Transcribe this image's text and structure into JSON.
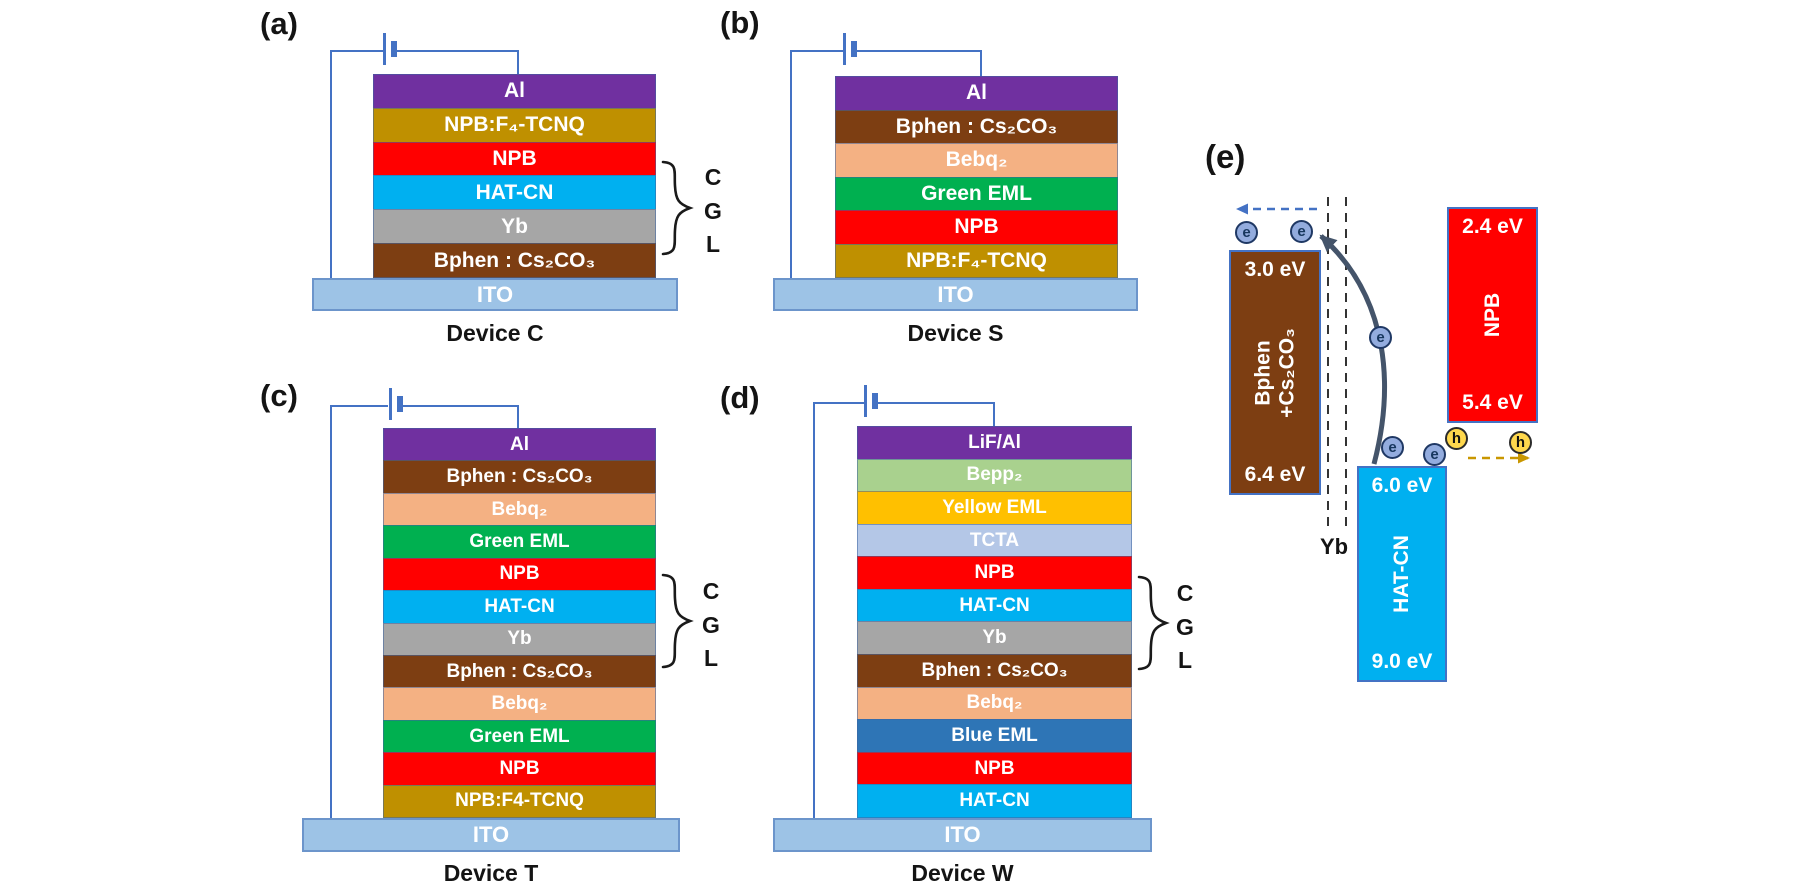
{
  "colors": {
    "al": "#7030A0",
    "npb_f4tcnq": "#BF9000",
    "npb": "#FF0000",
    "hatcn": "#00B0F0",
    "yb": "#A6A6A6",
    "bphen_cs2co3": "#7D3E12",
    "ito": "#9DC3E6",
    "bebq2": "#F4B183",
    "green_eml": "#00B050",
    "bepp2": "#A9D18E",
    "yellow_eml": "#FFC000",
    "tcta": "#B4C7E7",
    "blue_eml": "#2E75B6",
    "wire": "#4472C4",
    "electron_fill": "#93ACDE",
    "hole_fill": "#FFD84D",
    "electron_extraction_arrow": "#44546A",
    "hole_arrow": "#C99700"
  },
  "panels": {
    "a": {
      "label": "(a)",
      "device_name": "Device C",
      "substrate": "ITO",
      "cgl_letters": [
        "C",
        "G",
        "L"
      ],
      "layers": [
        {
          "label": "Al",
          "color": "#7030A0"
        },
        {
          "label": "NPB:F₄-TCNQ",
          "color": "#BF9000"
        },
        {
          "label": "NPB",
          "color": "#FF0000"
        },
        {
          "label": "HAT-CN",
          "color": "#00B0F0"
        },
        {
          "label": "Yb",
          "color": "#A6A6A6"
        },
        {
          "label": "Bphen : Cs₂CO₃",
          "color": "#7D3E12"
        }
      ]
    },
    "b": {
      "label": "(b)",
      "device_name": "Device S",
      "substrate": "ITO",
      "layers": [
        {
          "label": "Al",
          "color": "#7030A0"
        },
        {
          "label": "Bphen : Cs₂CO₃",
          "color": "#7D3E12"
        },
        {
          "label": "Bebq₂",
          "color": "#F4B183"
        },
        {
          "label": "Green EML",
          "color": "#00B050"
        },
        {
          "label": "NPB",
          "color": "#FF0000"
        },
        {
          "label": "NPB:F₄-TCNQ",
          "color": "#BF9000"
        }
      ]
    },
    "c": {
      "label": "(c)",
      "device_name": "Device T",
      "substrate": "ITO",
      "cgl_letters": [
        "C",
        "G",
        "L"
      ],
      "layers": [
        {
          "label": "Al",
          "color": "#7030A0"
        },
        {
          "label": "Bphen : Cs₂CO₃",
          "color": "#7D3E12"
        },
        {
          "label": "Bebq₂",
          "color": "#F4B183"
        },
        {
          "label": "Green EML",
          "color": "#00B050"
        },
        {
          "label": "NPB",
          "color": "#FF0000"
        },
        {
          "label": "HAT-CN",
          "color": "#00B0F0"
        },
        {
          "label": "Yb",
          "color": "#A6A6A6"
        },
        {
          "label": "Bphen : Cs₂CO₃",
          "color": "#7D3E12"
        },
        {
          "label": "Bebq₂",
          "color": "#F4B183"
        },
        {
          "label": "Green EML",
          "color": "#00B050"
        },
        {
          "label": "NPB",
          "color": "#FF0000"
        },
        {
          "label": "NPB:F4-TCNQ",
          "color": "#BF9000"
        }
      ]
    },
    "d": {
      "label": "(d)",
      "device_name": "Device W",
      "substrate": "ITO",
      "cgl_letters": [
        "C",
        "G",
        "L"
      ],
      "layers": [
        {
          "label": "LiF/Al",
          "color": "#7030A0"
        },
        {
          "label": "Bepp₂",
          "color": "#A9D18E"
        },
        {
          "label": "Yellow EML",
          "color": "#FFC000"
        },
        {
          "label": "TCTA",
          "color": "#B4C7E7"
        },
        {
          "label": "NPB",
          "color": "#FF0000"
        },
        {
          "label": "HAT-CN",
          "color": "#00B0F0"
        },
        {
          "label": "Yb",
          "color": "#A6A6A6"
        },
        {
          "label": "Bphen : Cs₂CO₃",
          "color": "#7D3E12"
        },
        {
          "label": "Bebq₂",
          "color": "#F4B183"
        },
        {
          "label": "Blue EML",
          "color": "#2E75B6"
        },
        {
          "label": "NPB",
          "color": "#FF0000"
        },
        {
          "label": "HAT-CN",
          "color": "#00B0F0"
        }
      ]
    }
  },
  "energy": {
    "label": "(e)",
    "bphen": {
      "lumo": "3.0 eV",
      "homo": "6.4 eV",
      "name_line1": "Bphen",
      "name_line2": "+Cs₂CO₃"
    },
    "hatcn": {
      "lumo": "6.0 eV",
      "homo": "9.0 eV",
      "name": "HAT-CN"
    },
    "npb": {
      "lumo": "2.4 eV",
      "homo": "5.4 eV",
      "name": "NPB"
    },
    "interlayer_label": "Yb",
    "electron_symbol": "e",
    "hole_symbol": "h"
  }
}
